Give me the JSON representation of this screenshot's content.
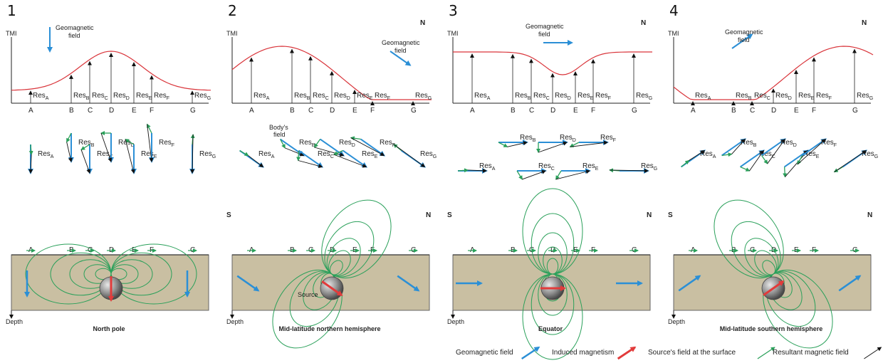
{
  "colors": {
    "geomagnetic": "#2b8fd6",
    "induced": "#e23b3b",
    "source_field": "#2aa05a",
    "resultant": "#111111",
    "tmi_curve": "#d9343a",
    "ground": "#c9bfa2",
    "sphere": "#8e8e8e"
  },
  "legend": {
    "geomagnetic": "Geomagnetic field",
    "induced": "Induced magnetism",
    "source": "Source's field at the surface",
    "resultant": "Resultant magnetic field"
  },
  "common": {
    "tmi": "TMI",
    "depth": "Depth",
    "north": "N",
    "south": "S",
    "res": "Res",
    "stations": [
      "A",
      "B",
      "C",
      "D",
      "E",
      "F",
      "G"
    ]
  },
  "panels": [
    {
      "number": "1",
      "caption": "North pole",
      "geomag_label": [
        "Geomagnetic",
        "field"
      ],
      "show_n_top": false,
      "show_ns_section": false,
      "body_field_label": null,
      "source_label": null
    },
    {
      "number": "2",
      "caption": "Mid-latitude northern hemisphere",
      "geomag_label": [
        "Geomagnetic",
        "field"
      ],
      "show_n_top": true,
      "show_ns_section": true,
      "body_field_label": [
        "Body's",
        "field"
      ],
      "source_label": "Source"
    },
    {
      "number": "3",
      "caption": "Equator",
      "geomag_label": [
        "Geomagnetic",
        "field"
      ],
      "show_n_top": true,
      "show_ns_section": true,
      "body_field_label": null,
      "source_label": null
    },
    {
      "number": "4",
      "caption": "Mid-latitude southern hemisphere",
      "geomag_label": [
        "Geomagnetic",
        "field"
      ],
      "show_n_top": true,
      "show_ns_section": true,
      "body_field_label": null,
      "source_label": null
    }
  ]
}
